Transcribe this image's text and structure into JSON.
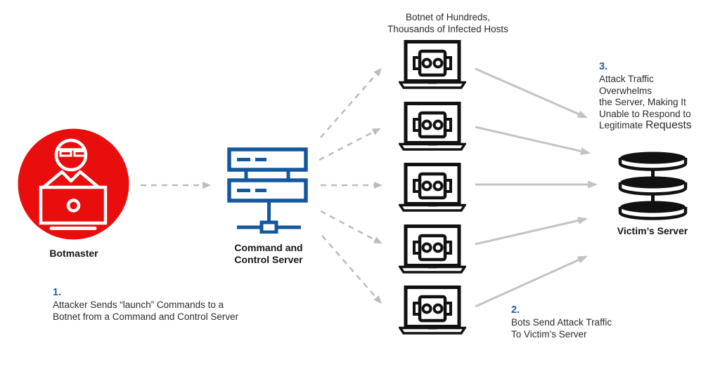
{
  "title": "DDoS botnet attack diagram",
  "colors": {
    "attacker_red": "#e90d0d",
    "server_blue": "#15579e",
    "note_number_blue": "#1e5fa8",
    "icon_black": "#111111",
    "arrow_gray": "#c3c3c3",
    "dashed_arrow_gray": "#bdbdbd"
  },
  "header": {
    "line1": "Botnet of Hundreds,",
    "line2": "Thousands of Infected Hosts"
  },
  "nodes": {
    "botmaster": {
      "label": "Botmaster"
    },
    "cc_server": {
      "label_line1": "Command and",
      "label_line2": "Control Server"
    },
    "victim": {
      "label": "Victim’s Server"
    },
    "bot_count": 5
  },
  "notes": {
    "step1": {
      "number": "1.",
      "lines": [
        "Attacker Sends “launch” Commands to a",
        "Botnet from a Command and Control Server"
      ]
    },
    "step2": {
      "number": "2.",
      "lines": [
        "Bots Send Attack Traffic",
        "To Victim’s Server"
      ]
    },
    "step3": {
      "number": "3.",
      "lines": [
        "Attack Traffic",
        "Overwhelms",
        "the Server, Making It",
        "Unable to Respond to"
      ],
      "last_line_normal": "Legitimate",
      "last_line_large": "Requests"
    }
  }
}
